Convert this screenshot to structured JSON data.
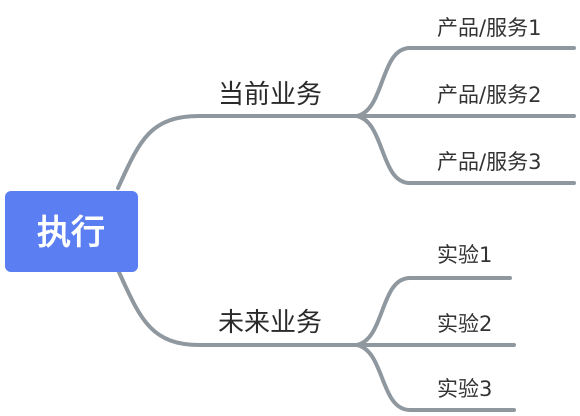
{
  "root": {
    "label": "执行"
  },
  "branches": [
    {
      "label": "当前业务",
      "leaves": [
        "产品/服务1",
        "产品/服务2",
        "产品/服务3"
      ]
    },
    {
      "label": "未来业务",
      "leaves": [
        "实验1",
        "实验2",
        "实验3"
      ]
    }
  ],
  "colors": {
    "root_fill": "#5b7ff3",
    "connector": "#8f979f",
    "root_text": "#ffffff",
    "branch_text": "#2b2b2b",
    "leaf_text": "#333333"
  }
}
